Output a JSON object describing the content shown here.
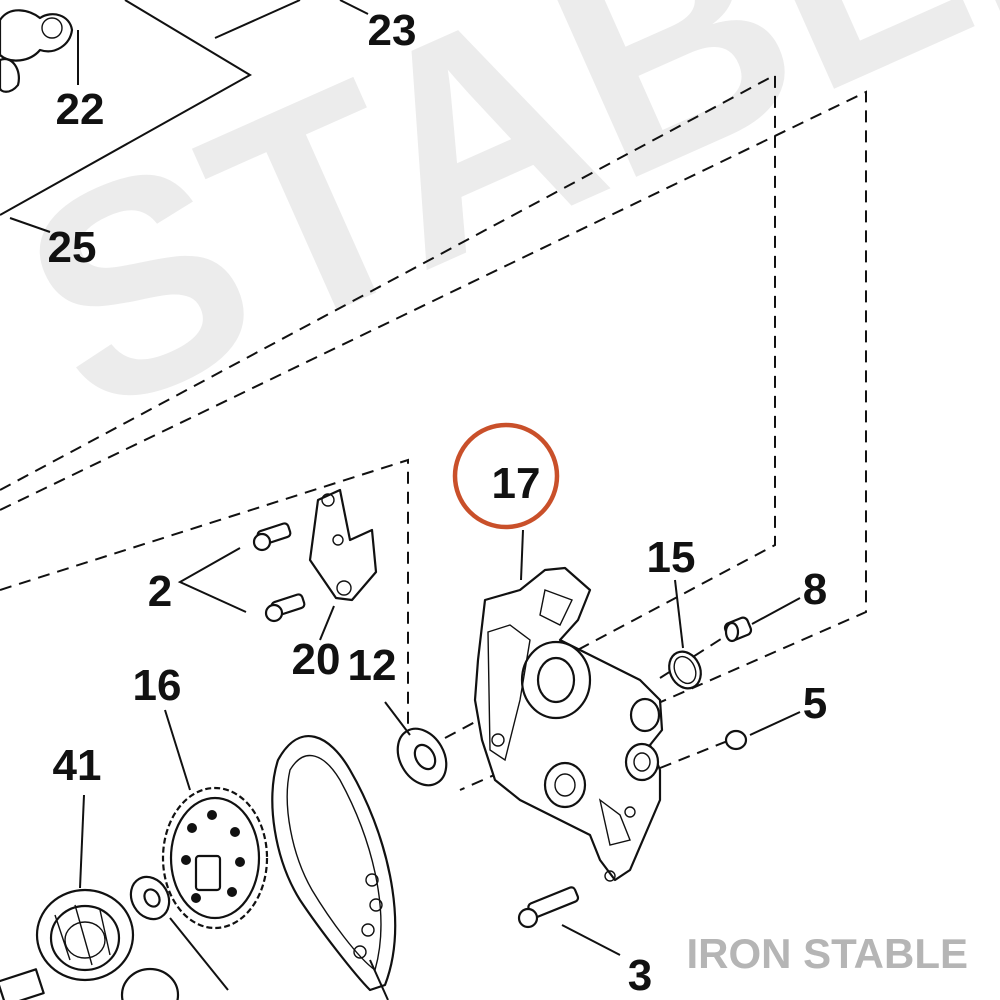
{
  "callouts": {
    "c2": "2",
    "c3": "3",
    "c5": "5",
    "c8": "8",
    "c12": "12",
    "c15": "15",
    "c16": "16",
    "c17": "17",
    "c20": "20",
    "c22": "22",
    "c23": "23",
    "c25": "25",
    "c41": "41"
  },
  "highlight": {
    "callout": "17",
    "color": "#c9502a"
  },
  "watermark": {
    "text": "STABLE",
    "color": "#ececec"
  },
  "brand": {
    "text": "IRON STABLE",
    "color": "#b5b5b5"
  }
}
